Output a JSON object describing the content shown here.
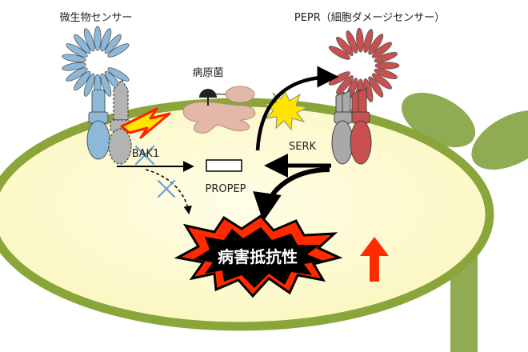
{
  "labels": {
    "microbe_sensor": "微生物センサー",
    "pepr_sensor": "PEPR（細胞ダメージセンサー）",
    "pathogen": "病原菌",
    "bak1": "BAK1",
    "serk": "SERK",
    "propep": "PROPEP",
    "disease_resistance": "病害抵抗性"
  },
  "colors": {
    "cell_fill": "#fbf7bf",
    "cell_edge": "#8aa63a",
    "plant": "#8fac55",
    "sensor_blue": "#8cb8da",
    "sensor_gray": "#a9a9a9",
    "sensor_red": "#c9504e",
    "pathogen_pink": "#e3b8a8",
    "spark_yellow": "#ffe400",
    "spark_red": "#ff2200",
    "burst_red": "#ff2a00",
    "up_arrow_red": "#ff2a00",
    "cross_blue": "#6aa0dc"
  }
}
